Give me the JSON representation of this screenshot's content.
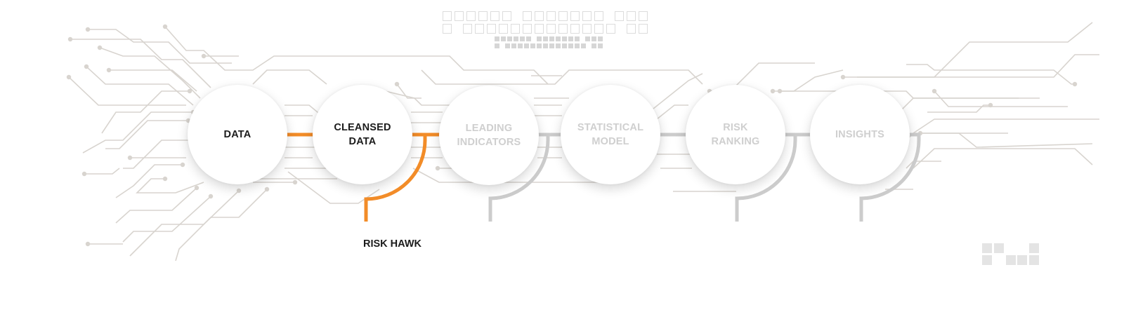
{
  "pipeline": {
    "nodes": [
      {
        "label": "DATA",
        "state": "active"
      },
      {
        "label": "CLEANSED\nDATA",
        "state": "active"
      },
      {
        "label": "LEADING\nINDICATORS",
        "state": "inactive"
      },
      {
        "label": "STATISTICAL\nMODEL",
        "state": "inactive"
      },
      {
        "label": "RISK\nRANKING",
        "state": "inactive"
      },
      {
        "label": "INSIGHTS",
        "state": "inactive"
      }
    ],
    "branch_label": "RISK HAWK"
  },
  "colors": {
    "accent": "#f28c28",
    "inactive_connector": "#cccccc",
    "circuit": "#d8d4cf"
  }
}
